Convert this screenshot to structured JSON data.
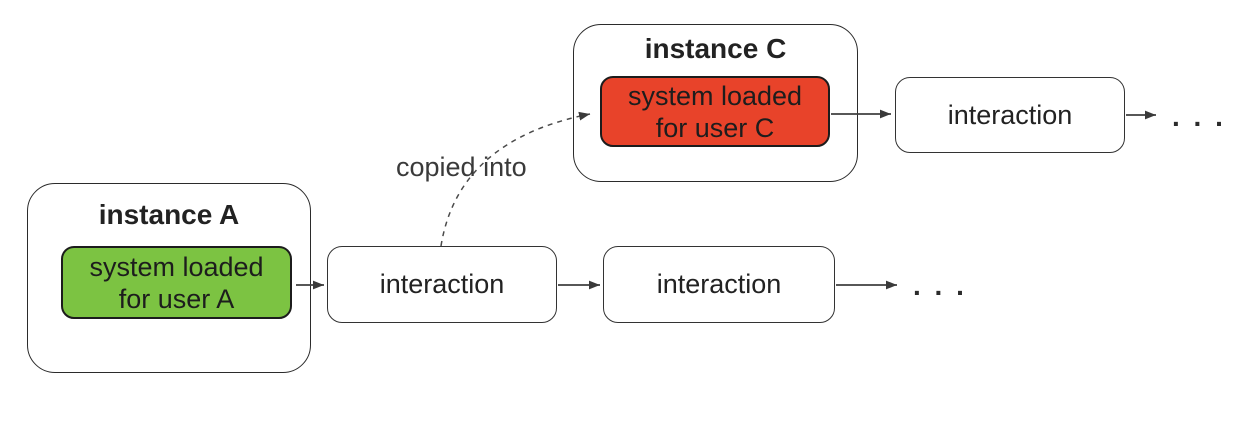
{
  "canvas": {
    "background": "#ffffff"
  },
  "colors": {
    "instance_border": "#2b2b2b",
    "box_green": "#7cc342",
    "box_red": "#e8432a",
    "connector": "#3f3f3f",
    "text": "#222222"
  },
  "instance_a": {
    "title": "instance A",
    "system_box": {
      "color": "#7cc342",
      "lines": [
        "system loaded",
        "for user A"
      ]
    }
  },
  "instance_c": {
    "title": "instance C",
    "system_box": {
      "color": "#e8432a",
      "lines": [
        "system loaded",
        "for user C"
      ]
    }
  },
  "flow_bottom": {
    "interactions": [
      "interaction",
      "interaction"
    ],
    "ellipsis": ". . ."
  },
  "flow_top": {
    "interactions": [
      "interaction"
    ],
    "ellipsis": ". . ."
  },
  "copy_annotation": {
    "label": "copied into"
  }
}
